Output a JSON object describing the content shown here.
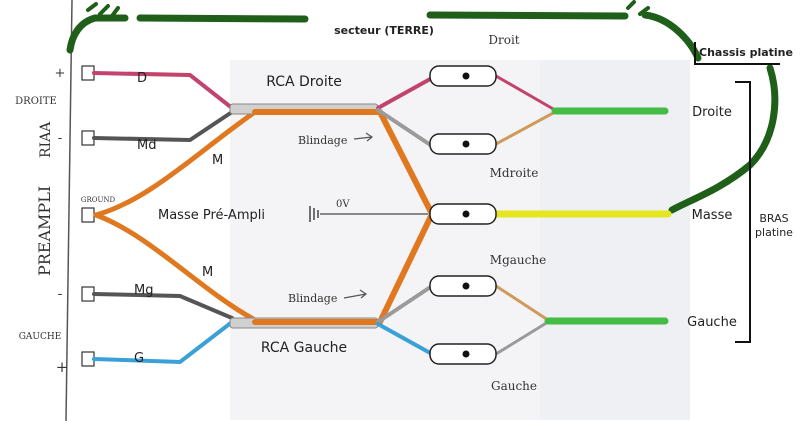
{
  "colors": {
    "ground_wire": "#1f5f1a",
    "red_wire": "#c2446c",
    "black_wire": "#555555",
    "orange_wire": "#e07820",
    "blue_wire": "#3aa0d8",
    "green_wire": "#44bb44",
    "yellow_wire": "#e6e620",
    "tan_wire": "#d09a5a",
    "grey_wire": "#9a9a9a"
  },
  "ground": {
    "label": "secteur (TERRE)"
  },
  "chassis": {
    "label": "Chassis platine"
  },
  "preamp": {
    "vertical_label": "PREAMPLI",
    "riaa_label": "RIAA",
    "droite_label": "DROITE",
    "gauche_label": "GAUCHE",
    "ground_label": "GROUND",
    "plus_top": "+",
    "minus_top": "-",
    "minus_bottom": "-",
    "plus_bottom": "+"
  },
  "wires": {
    "d": "D",
    "md": "Md",
    "m_top": "M",
    "m_bottom": "M",
    "mg": "Mg",
    "g": "G"
  },
  "rca": {
    "droite": "RCA Droite",
    "gauche": "RCA Gauche",
    "blindage_top": "Blindage",
    "blindage_bottom": "Blindage"
  },
  "masse": {
    "label": "Masse Pré-Ampli",
    "ov": "0V"
  },
  "cartridge": {
    "droit": "Droit",
    "mdroite": "Mdroite",
    "mgauche": "Mgauche",
    "gauche": "Gauche"
  },
  "arm": {
    "droite": "Droite",
    "masse": "Masse",
    "gauche": "Gauche",
    "bras_line1": "BRAS",
    "bras_line2": "platine"
  }
}
